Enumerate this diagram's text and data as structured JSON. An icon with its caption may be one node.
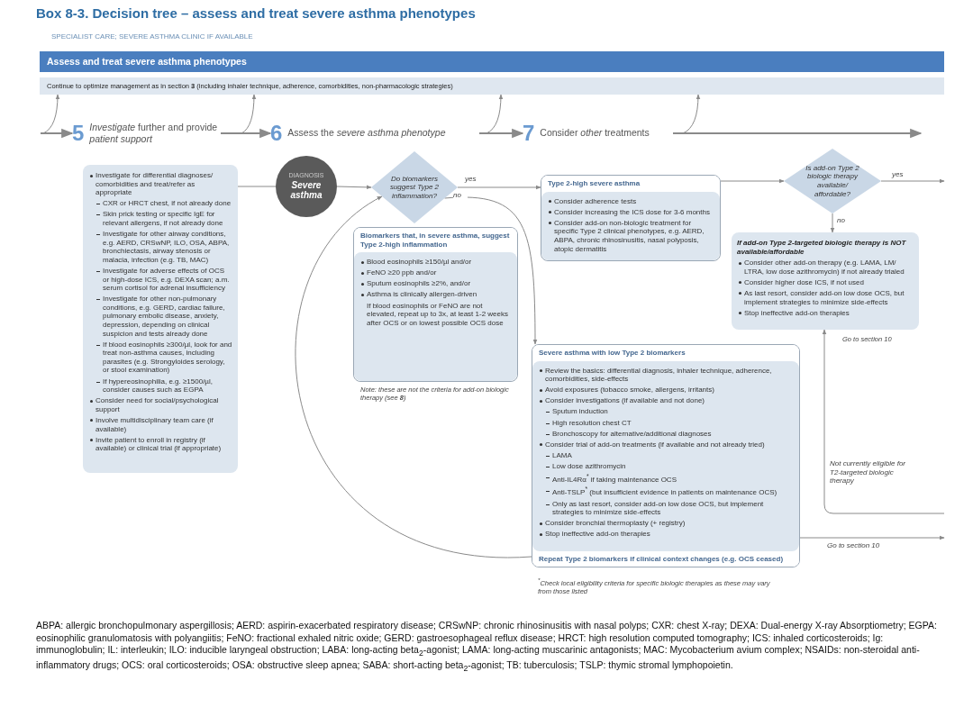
{
  "diagram": {
    "title": "Box 8-3. Decision tree – assess and treat severe asthma phenotypes",
    "nodes": [
      {
        "text": [
          "Assess and treat severe asthma phenotypes"
        ]
      },
      {
        "text": [
          "Continue to optimize management as in section **3** (including inhaler technique, adherence, comorbidities, non-pharmacologic strategies)"
        ]
      },
      {
        "text": [
          "5",
          "*Investigate* further and provide *patient support*"
        ]
      },
      {
        "text": [
          "6",
          "Assess the *severe asthma phenotype*"
        ]
      },
      {
        "text": [
          "7",
          "Consider *other* treatments"
        ]
      },
      {
        "text": [
          "Investigate for differential diagnoses/ comorbidities and treat/refer as appropriate",
          "CXR or HRCT chest, if not already done",
          "Skin prick testing or specific IgE for relevant allergens, if not already done",
          "Investigate for other airway conditions, e.g. AERD, CRSwNP, ILO, OSA, ABPA, bronchiectasis, airway stenosis or malacia, infection (e.g. TB, MAC)",
          "Investigate for adverse effects of OCS or high-dose ICS, e.g. DEXA scan; a.m. serum cortisol for adrenal insufficiency",
          "Investigate for other non-pulmonary conditions, e.g. GERD, cardiac failure, pulmonary embolic disease, anxiety, depression, depending on clinical suspicion and tests already done",
          "If blood eosinophils ≥300/µl, look for and treat non-asthma causes, including parasites (e.g. Strongyloides serology, or stool examination)",
          "If hypereosinophilia, e.g. ≥1500/µl, consider causes such as EGPA",
          "Consider need for social/psychological support",
          "Involve multidisciplinary team care (if available)",
          "Invite patient to enroll in registry (if available) or clinical trial (if appropriate)"
        ]
      },
      {
        "text": [
          "DIAGNOSIS",
          "Severe asthma"
        ]
      },
      {
        "text": [
          "Do biomarkers suggest Type 2 inflammation?"
        ]
      },
      {
        "text": [
          "Biomarkers that, in severe asthma, suggest Type 2-high inflammation",
          "Blood eosinophils ≥150/µl and/or",
          "FeNO ≥20 ppb and/or",
          "Sputum eosinophils ≥2%, and/or",
          "Asthma is clinically allergen-driven",
          "If blood eosinophils or FeNO are not elevated, repeat up to 3x, at least 1-2 weeks after OCS or on lowest possible OCS dose"
        ],
        "beside": [
          "Note: these are not the criteria for add-on biologic therapy (see **8**)"
        ]
      },
      {
        "text": [
          "Type 2-high severe asthma",
          "Consider adherence tests",
          "Consider increasing the ICS dose for 3-6 months",
          "Consider add-on non-biologic treatment for specific Type 2 clinical phenotypes, e.g. AERD, ABPA, chronic rhinosinusitis, nasal polyposis, atopic dermatitis"
        ]
      },
      {
        "text": [
          "Is add-on Type 2 biologic therapy available/ affordable?"
        ]
      },
      {
        "text": [
          "If add-on Type 2-targeted biologic therapy is NOT available/affordable",
          "Consider other add-on therapy (e.g. LAMA, LM/ LTRA, low dose azithromycin) if not already trialed",
          "Consider higher dose ICS, if not used",
          "As last resort, consider add-on low dose OCS, but implement strategies to minimize side-effects",
          "Stop ineffective add-on therapies"
        ],
        "beside": [
          "Go to section 10"
        ]
      },
      {
        "text": [
          "Severe asthma with low Type 2 biomarkers",
          "Review the basics: differential diagnosis, inhaler technique, adherence, comorbidities, side-effects",
          "Avoid exposures (tobacco smoke, allergens, irritants)",
          "Consider investigations (if available and not done)",
          "Sputum induction",
          "High resolution chest CT",
          "Bronchoscopy for alternative/additional diagnoses",
          "Consider trial of add-on treatments (if available and not already tried)",
          "LAMA",
          "Low dose azithromycin",
          "Anti-IL4Rα$^{*}$ if taking maintenance OCS",
          "Anti-TSLP$^{*}$ (but insufficient evidence in patients on maintenance OCS)",
          "Only as last resort, consider add-on low dose OCS, but implement strategies to minimize side-effects",
          "Consider bronchial thermoplasty (+ registry)",
          "Stop ineffective add-on therapies",
          "Repeat Type 2 biomarkers if clinical context changes (e.g. OCS ceased)"
        ]
      }
    ],
    "edges": [
      {
        "from": null,
        "to": 2,
        "arrow": "to"
      },
      {
        "from": 2,
        "to": 3,
        "arrow": "to"
      },
      {
        "from": 3,
        "to": 4,
        "arrow": "to"
      },
      {
        "from": 4,
        "to": null,
        "arrow": "to"
      },
      {
        "from": null,
        "to": 1,
        "arrow": "to"
      },
      {
        "from": null,
        "to": 1,
        "arrow": "to"
      },
      {
        "from": null,
        "to": 1,
        "arrow": "to"
      },
      {
        "from": null,
        "to": 1,
        "arrow": "to"
      },
      {
        "from": 5,
        "to": 6,
        "arrow": "none"
      },
      {
        "from": 6,
        "to": 7,
        "arrow": "to"
      },
      {
        "from": 7,
        "to": 9,
        "arrow": "to",
        "label": "yes"
      },
      {
        "from": 7,
        "to": 12,
        "arrow": "to",
        "label": "no"
      },
      {
        "from": 9,
        "to": 10,
        "arrow": "to"
      },
      {
        "from": 10,
        "to": null,
        "arrow": "to",
        "label": "yes"
      },
      {
        "from": 10,
        "to": 11,
        "arrow": "to",
        "label": "no"
      },
      {
        "from": null,
        "to": 11,
        "arrow": "to",
        "label": "Not currently eligible for T2-targeted biologic therapy"
      },
      {
        "from": 12,
        "to": null,
        "arrow": "to",
        "label": "Go to section 10"
      },
      {
        "from": 12,
        "to": 7,
        "arrow": "to"
      }
    ],
    "labels": [
      "SPECIALIST CARE; SEVERE ASTHMA CLINIC IF AVAILABLE",
      "$^{*}$Check local eligibility criteria for specific biologic therapies as these may vary from those listed",
      "ABPA: allergic bronchopulmonary aspergillosis; AERD: aspirin-exacerbated respiratory disease; CRSwNP: chronic rhinosinusitis with nasal polyps; CXR: chest X-ray; DEXA: Dual-energy X-ray Absorptiometry; EGPA: eosinophilic granulomatosis with polyangiitis; FeNO: fractional exhaled nitric oxide; GERD: gastroesophageal reflux disease; HRCT: high resolution computed tomography; ICS: inhaled corticosteroids; Ig: immunoglobulin; IL: interleukin; ILO: inducible laryngeal obstruction; LABA: long-acting beta$_{2}$-agonist; LAMA: long-acting muscarinic antagonists; MAC: Mycobacterium avium complex; NSAIDs: non-steroidal anti-inflammatory drugs; OCS: oral corticosteroids; OSA: obstructive sleep apnea; SABA: short-acting beta$_{2}$-agonist; TB: tuberculosis; TSLP: thymic stromal lymphopoietin."
    ]
  }
}
